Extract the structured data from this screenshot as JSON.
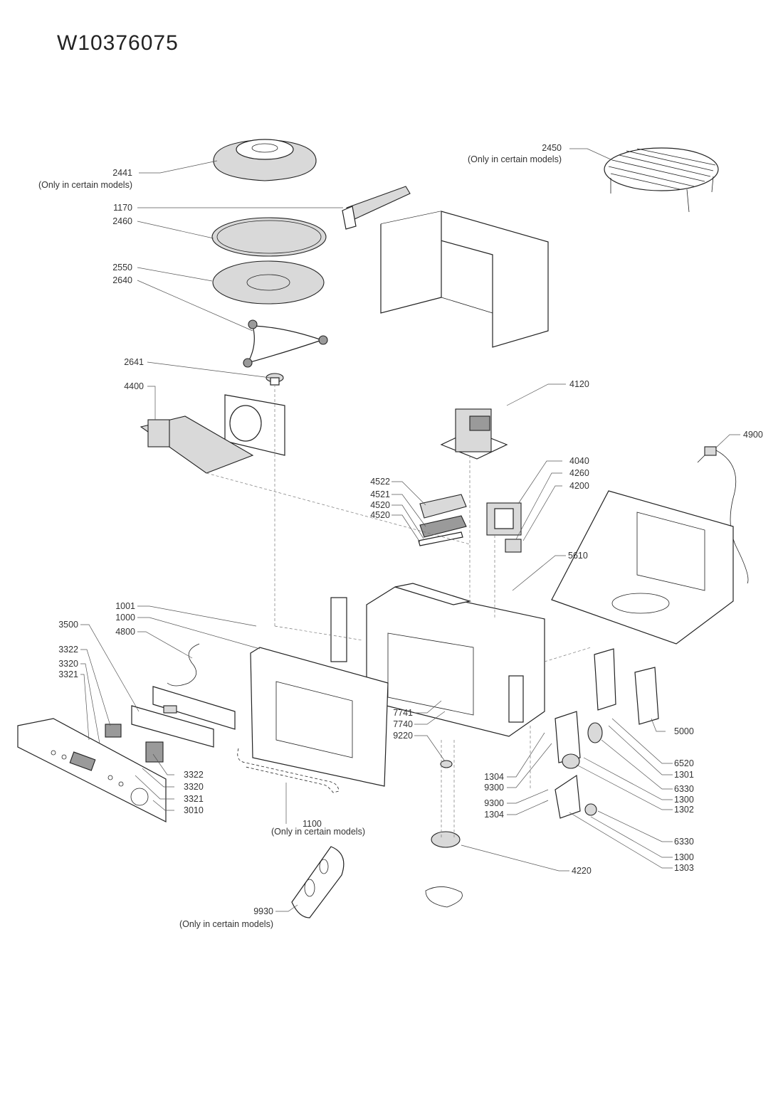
{
  "title": "W10376075",
  "note": "(Only in certain models)",
  "labels": {
    "p2441": "2441",
    "p2450": "2450",
    "p1170": "1170",
    "p2460": "2460",
    "p2550": "2550",
    "p2640": "2640",
    "p2641": "2641",
    "p4400": "4400",
    "p4120": "4120",
    "p4900": "4900",
    "p4040": "4040",
    "p4260": "4260",
    "p4200": "4200",
    "p4522": "4522",
    "p4521": "4521",
    "p4520a": "4520",
    "p4520b": "4520",
    "p5610": "5610",
    "p1001": "1001",
    "p1000": "1000",
    "p3500": "3500",
    "p4800": "4800",
    "p3322a": "3322",
    "p3320a": "3320",
    "p3321a": "3321",
    "p7741": "7741",
    "p7740": "7740",
    "p9220": "9220",
    "p5000": "5000",
    "p6520": "6520",
    "p1301": "1301",
    "p6330a": "6330",
    "p1300a": "1300",
    "p1302": "1302",
    "p1304a": "1304",
    "p9300a": "9300",
    "p9300b": "9300",
    "p1304b": "1304",
    "p3322b": "3322",
    "p3320b": "3320",
    "p3321b": "3321",
    "p3010": "3010",
    "p1100": "1100",
    "p6330b": "6330",
    "p1300b": "1300",
    "p1303": "1303",
    "p4220": "4220",
    "p9930": "9930"
  }
}
